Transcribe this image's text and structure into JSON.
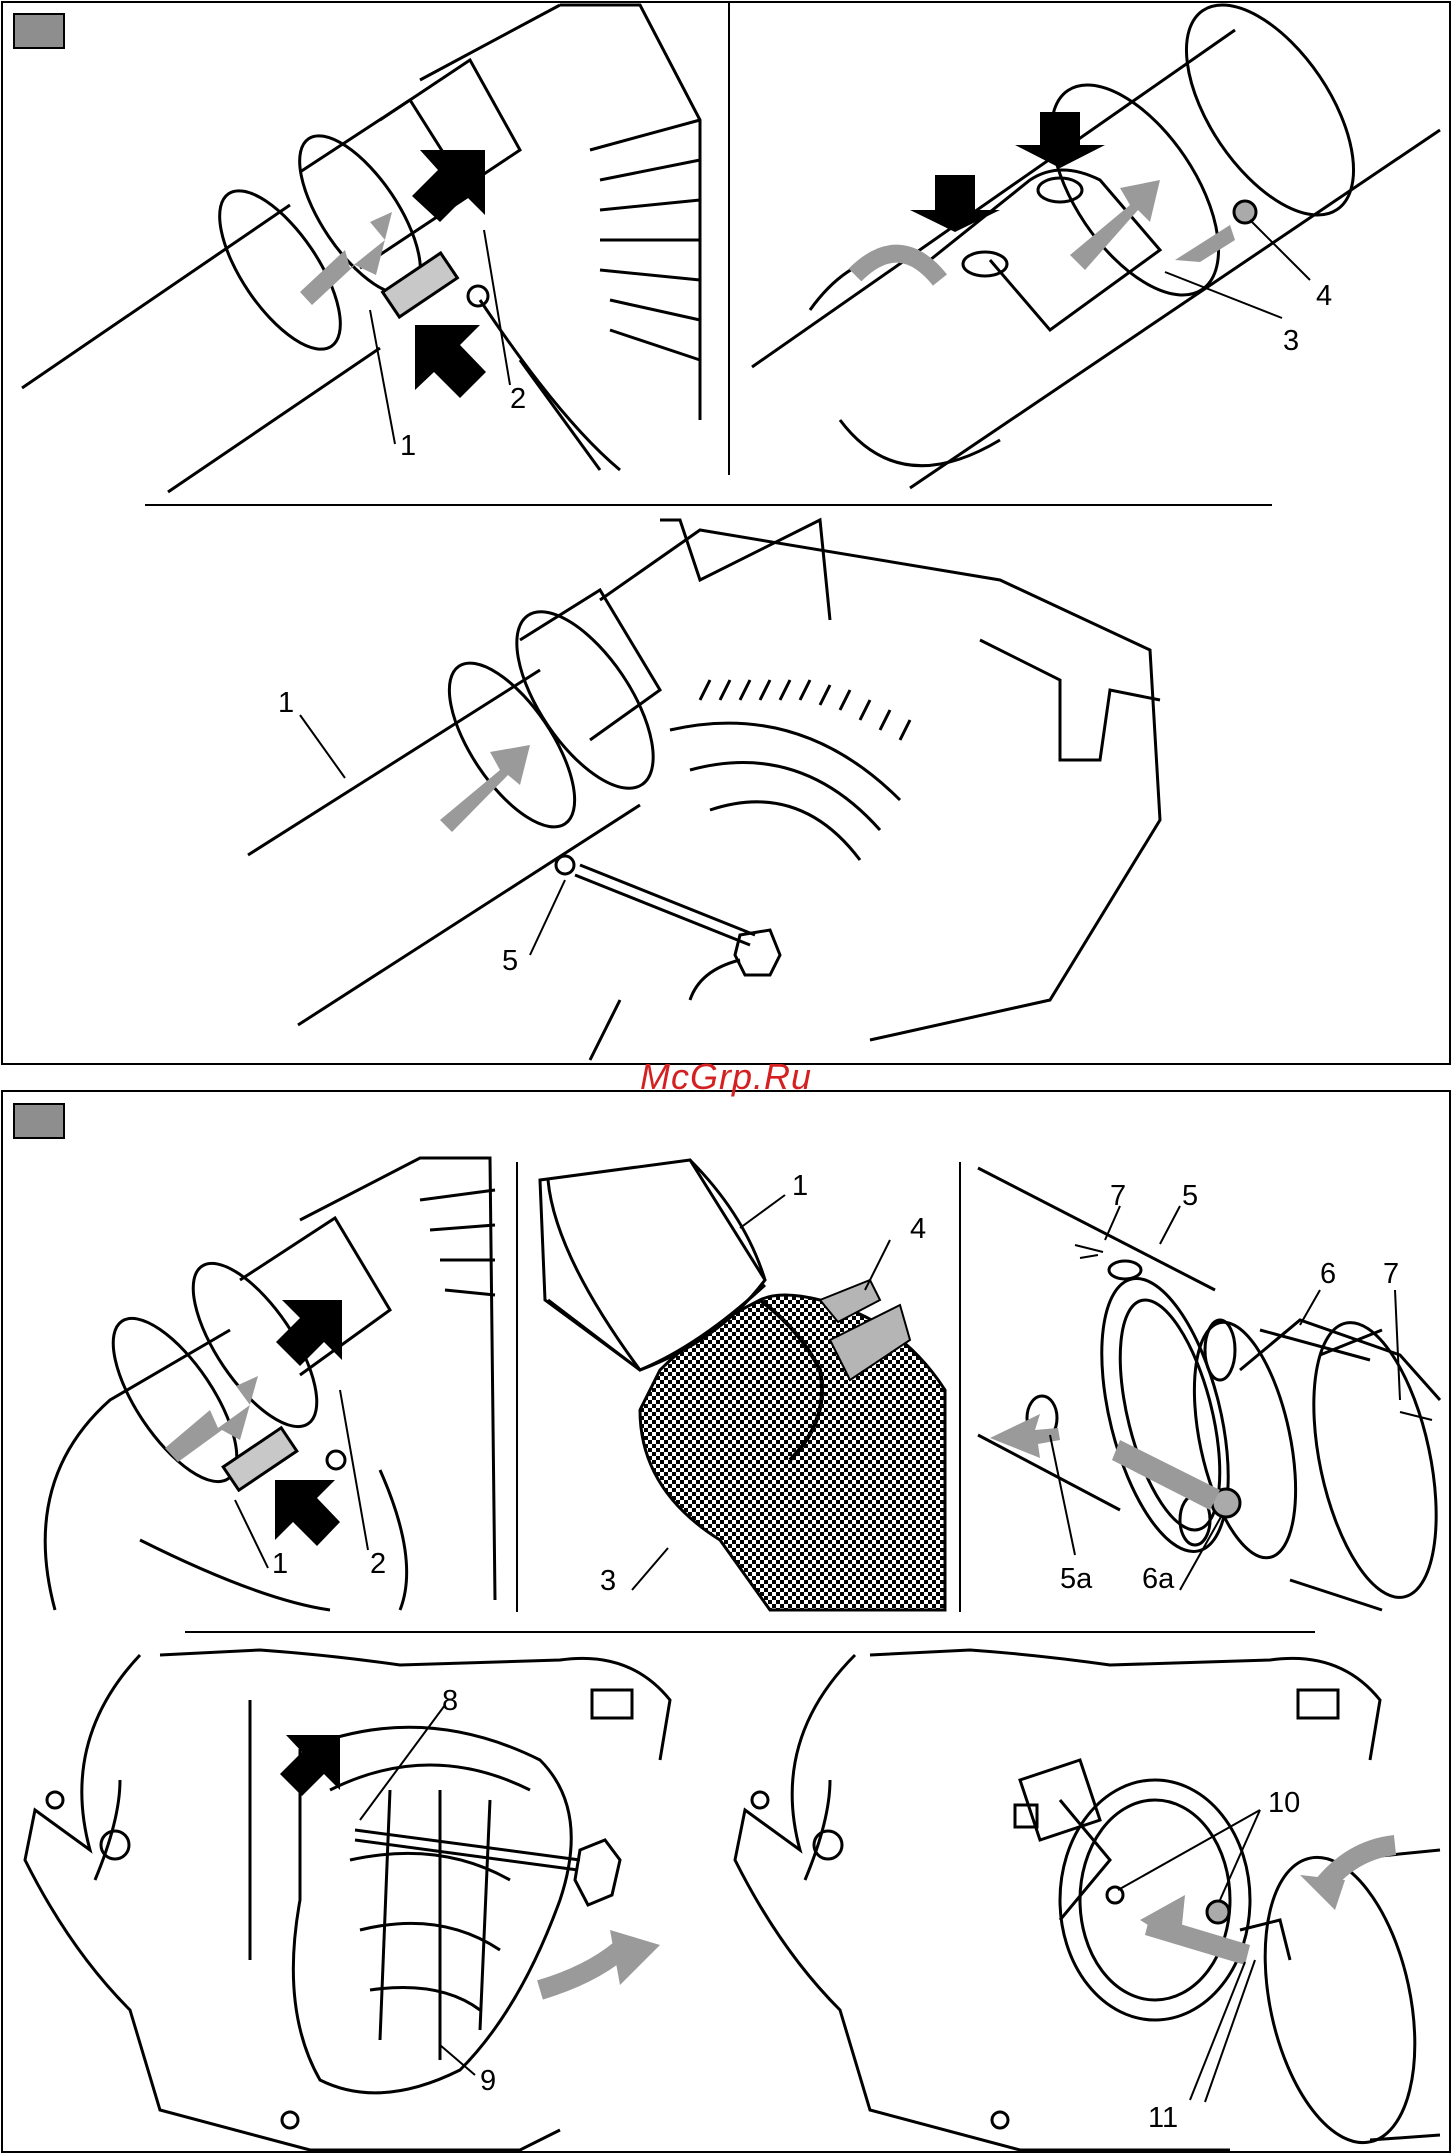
{
  "watermark": "McGrp.Ru",
  "colors": {
    "arrow_dark": "#000000",
    "arrow_gray": "#9a9a9a",
    "tag_box": "#8e8e8e",
    "watermark": "#d42020"
  },
  "top_section": {
    "panel_a_labels": {
      "one": "1",
      "two": "2"
    },
    "panel_b_labels": {
      "three": "3",
      "four": "4"
    },
    "panel_c_labels": {
      "one": "1",
      "five": "5"
    }
  },
  "bottom_section": {
    "panel_d_labels": {
      "one": "1",
      "two": "2"
    },
    "panel_e_labels": {
      "one": "1",
      "three": "3",
      "four": "4"
    },
    "panel_f_labels": {
      "seven_left": "7",
      "five": "5",
      "six": "6",
      "seven_right": "7",
      "five_a": "5a",
      "six_a": "6a"
    },
    "panel_g_labels": {
      "eight": "8",
      "nine": "9"
    },
    "panel_h_labels": {
      "ten": "10",
      "eleven": "11"
    }
  }
}
